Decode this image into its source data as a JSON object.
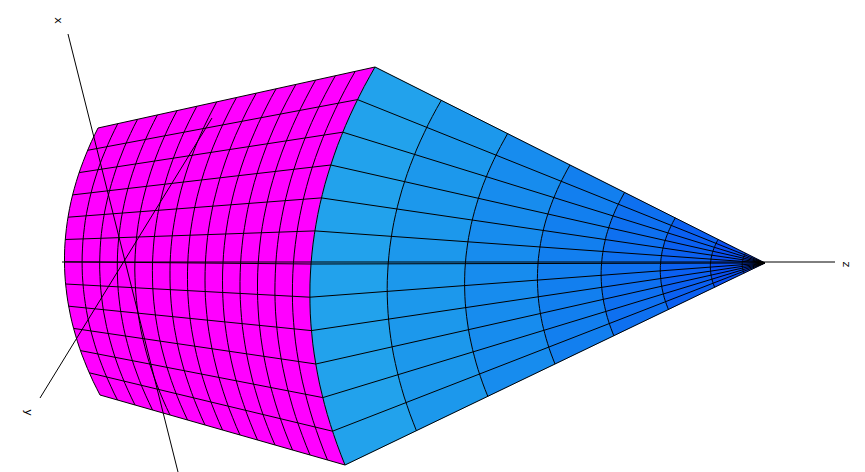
{
  "diagram": {
    "labels": [
      "x",
      "y",
      "z"
    ]
  }
}
